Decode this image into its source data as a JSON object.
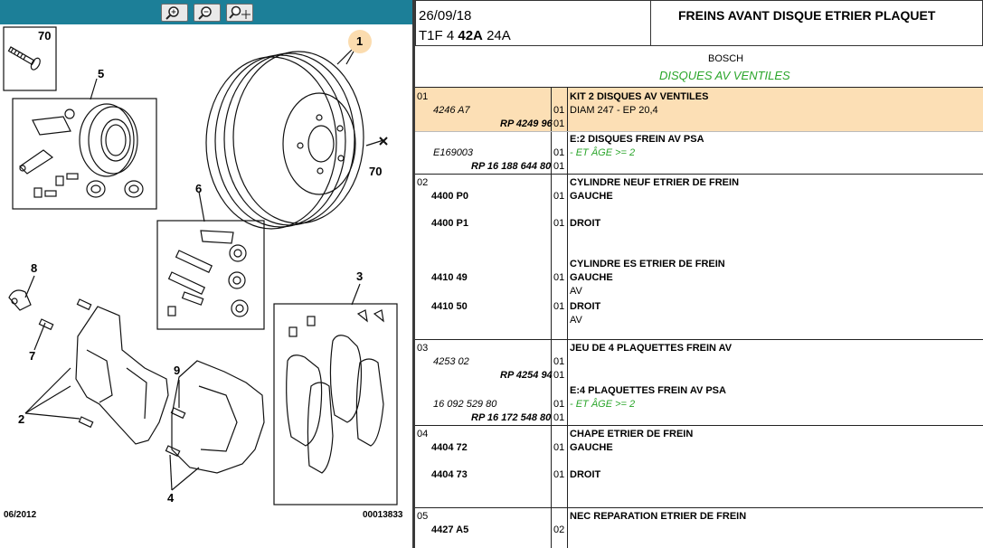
{
  "toolbar": {
    "buttons": [
      "zoom-in",
      "zoom-out",
      "zoom-fit"
    ]
  },
  "diagram": {
    "callouts": [
      "70",
      "5",
      "1",
      "70",
      "6",
      "8",
      "3",
      "7",
      "9",
      "2",
      "4"
    ],
    "footer_date": "06/2012",
    "footer_ref": "00013833"
  },
  "header": {
    "date": "26/09/18",
    "code_pre": "T1F 4",
    "code_bold": "42A",
    "code_post": "24A",
    "title": "FREINS AVANT DISQUE ETRIER PLAQUET",
    "brand": "BOSCH",
    "subtitle": "DISQUES AV VENTILES"
  },
  "rows": [
    {
      "idx": "01",
      "ref": "4246 A7",
      "rp": "RP 4249 96",
      "qty1": "01",
      "qty2": "01",
      "desc1": "KIT 2 DISQUES AV VENTILES",
      "desc2": "DIAM 247 - EP 20,4"
    },
    {
      "ref": "E169003",
      "rp": "RP 16 188 644 80",
      "qty1": "01",
      "qty2": "01",
      "desc1": "E:2 DISQUES FREIN AV PSA",
      "desc2": "- ET ÂGE >= 2"
    },
    {
      "idx": "02",
      "desc_head": "CYLINDRE NEUF ETRIER DE FREIN",
      "ref1": "4400 P0",
      "qty1": "01",
      "side1": "GAUCHE",
      "ref2": "4400 P1",
      "qty2": "01",
      "side2": "DROIT"
    },
    {
      "desc_head": "CYLINDRE ES ETRIER DE FREIN",
      "ref1": "4410 49",
      "qty1": "01",
      "side1": "GAUCHE",
      "av1": "AV",
      "ref2": "4410 50",
      "qty2": "01",
      "side2": "DROIT",
      "av2": "AV"
    },
    {
      "idx": "03",
      "ref": "4253 02",
      "rp": "RP 4254 94",
      "qty1": "01",
      "qty2": "01",
      "desc1": "JEU DE 4 PLAQUETTES FREIN AV"
    },
    {
      "ref": "16 092 529 80",
      "rp": "RP 16 172 548 80",
      "qty1": "01",
      "qty2": "01",
      "desc1": "E:4 PLAQUETTES FREIN AV PSA",
      "desc2": "- ET ÂGE >= 2"
    },
    {
      "idx": "04",
      "desc_head": "CHAPE ETRIER DE FREIN",
      "ref1": "4404 72",
      "qty1": "01",
      "side1": "GAUCHE",
      "ref2": "4404 73",
      "qty2": "01",
      "side2": "DROIT"
    },
    {
      "idx": "05",
      "desc_head": "NEC REPARATION ETRIER DE FREIN",
      "ref1": "4427 A5",
      "qty1": "02"
    }
  ],
  "colors": {
    "toolbar": "#1c7f98",
    "highlight": "#fcdfb5",
    "green": "#2aa52a"
  }
}
